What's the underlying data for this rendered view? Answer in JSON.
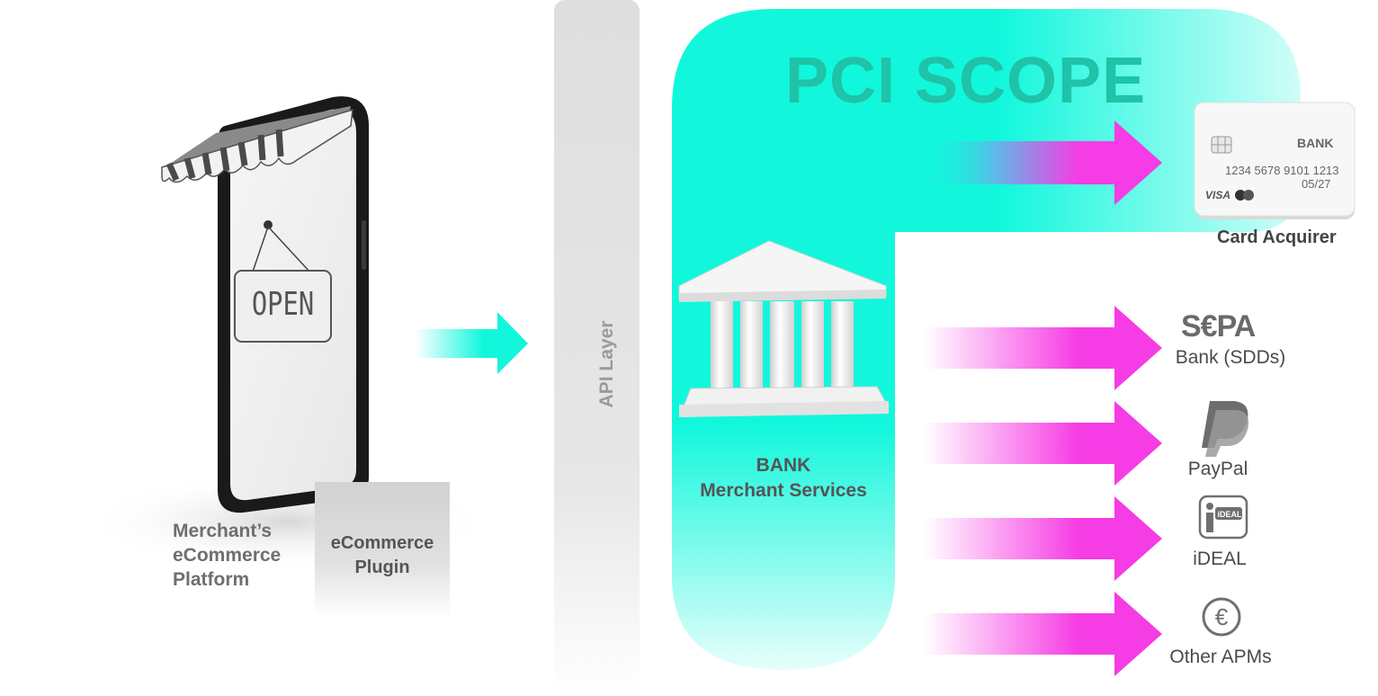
{
  "merchant": {
    "sign_text": "OPEN",
    "platform_label_lines": [
      "Merchant’s",
      "eCommerce",
      "Platform"
    ],
    "plugin_label_lines": [
      "eCommerce",
      "Plugin"
    ]
  },
  "api_layer": {
    "label": "API Layer"
  },
  "pci_scope": {
    "title": "PCI SCOPE"
  },
  "bank": {
    "label_lines": [
      "BANK",
      "Merchant Services"
    ]
  },
  "card": {
    "bank_name": "BANK",
    "number": "1234 5678 9101 1213",
    "expiry": "05/27",
    "network": "VISA",
    "caption": "Card Acquirer"
  },
  "apms": [
    {
      "logo": "S€PA",
      "label": "Bank (SDDs)",
      "icon": "sepa-icon"
    },
    {
      "logo": "P",
      "label": "PayPal",
      "icon": "paypal-icon"
    },
    {
      "logo": "iDEAL",
      "label": "iDEAL",
      "icon": "ideal-icon"
    },
    {
      "logo": "€",
      "label": "Other APMs",
      "icon": "euro-icon"
    }
  ],
  "colors": {
    "pci_teal": "#12f7dc",
    "arrow_magenta": "#f63ce4",
    "api_grey": "#e3e3e3",
    "label_grey": "#6f6f6f"
  }
}
